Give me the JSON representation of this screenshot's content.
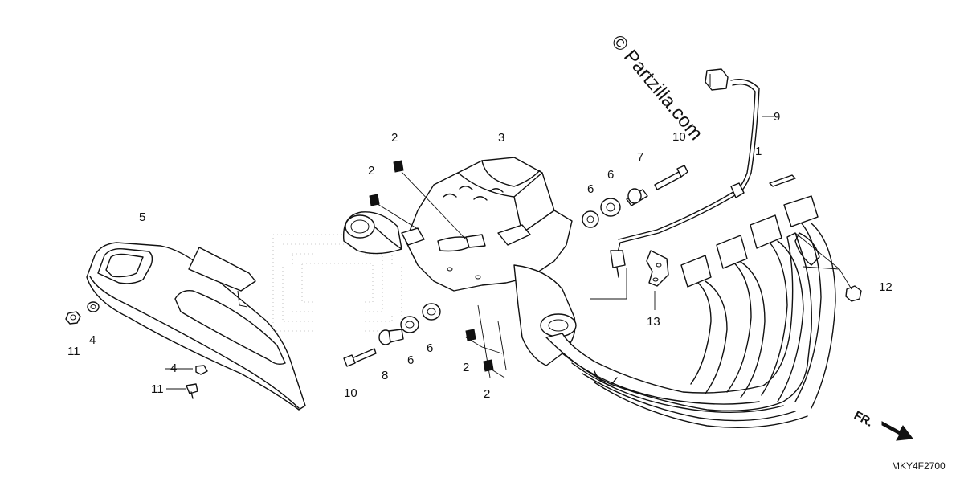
{
  "watermark": "© Partzilla.com",
  "diagram_code": "MKY4F2700",
  "front_marker": "FR.",
  "callouts": {
    "c1": "1",
    "c2a": "2",
    "c2b": "2",
    "c2c": "2",
    "c2d": "2",
    "c3": "3",
    "c4a": "4",
    "c4b": "4",
    "c5": "5",
    "c6a": "6",
    "c6b": "6",
    "c6c": "6",
    "c6d": "6",
    "c7": "7",
    "c8": "8",
    "c9": "9",
    "c10a": "10",
    "c10b": "10",
    "c11a": "11",
    "c11b": "11",
    "c12": "12",
    "c13": "13"
  }
}
